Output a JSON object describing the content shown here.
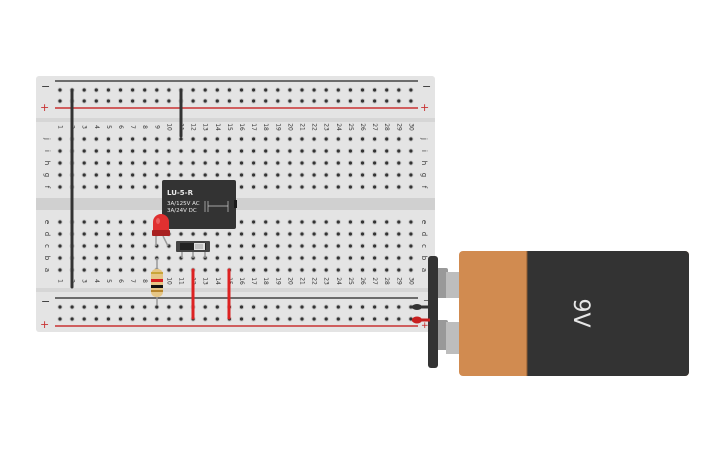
{
  "breadboard": {
    "columns": 30,
    "column_labels": [
      "1",
      "2",
      "3",
      "4",
      "5",
      "6",
      "7",
      "8",
      "9",
      "10",
      "11",
      "12",
      "13",
      "14",
      "15",
      "16",
      "17",
      "18",
      "19",
      "20",
      "21",
      "22",
      "23",
      "24",
      "25",
      "26",
      "27",
      "28",
      "29",
      "30"
    ],
    "top_rows": [
      "j",
      "i",
      "h",
      "g",
      "f"
    ],
    "bottom_rows": [
      "e",
      "d",
      "c",
      "b",
      "a"
    ],
    "rail_minus": "−",
    "rail_plus": "+",
    "colors": {
      "board": "#e4e4e4",
      "rail_negative": "#444444",
      "rail_positive": "#c83232"
    }
  },
  "components": {
    "relay": {
      "model": "LU-5-R",
      "rating_ac": "3A/125V AC",
      "rating_dc": "3A/24V  DC"
    },
    "led": {
      "color": "#e03030"
    },
    "switch": {
      "type": "slide switch"
    },
    "resistor": {
      "bands": [
        "#c9a63a",
        "#d42020",
        "#111111",
        "#b8862e"
      ]
    },
    "battery": {
      "label": "9V",
      "colors": {
        "cap": "#d18b50",
        "body": "#333333"
      }
    },
    "battery_leads": {
      "negative": "−",
      "positive": "+"
    }
  },
  "wires": [
    {
      "name": "wire-gnd-col2",
      "color": "#333333"
    },
    {
      "name": "wire-gnd-col11",
      "color": "#333333"
    },
    {
      "name": "wire-pos-col12",
      "color": "#dd2222"
    },
    {
      "name": "wire-pos-col15",
      "color": "#dd2222"
    }
  ]
}
